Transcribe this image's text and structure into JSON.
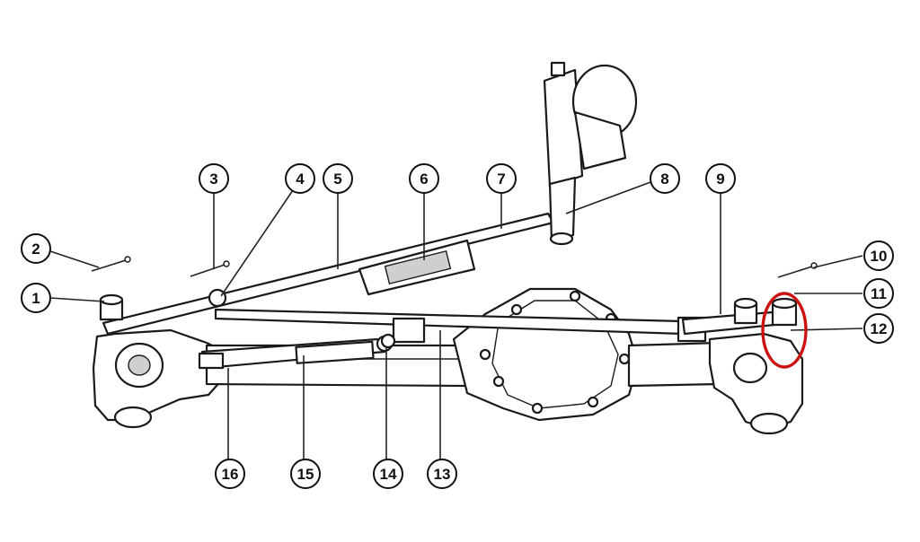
{
  "callouts": [
    {
      "id": "c1",
      "label": "1"
    },
    {
      "id": "c2",
      "label": "2"
    },
    {
      "id": "c3",
      "label": "3"
    },
    {
      "id": "c4",
      "label": "4"
    },
    {
      "id": "c5",
      "label": "5"
    },
    {
      "id": "c6",
      "label": "6"
    },
    {
      "id": "c7",
      "label": "7"
    },
    {
      "id": "c8",
      "label": "8"
    },
    {
      "id": "c9",
      "label": "9"
    },
    {
      "id": "c10",
      "label": "10"
    },
    {
      "id": "c11",
      "label": "11"
    },
    {
      "id": "c12",
      "label": "12"
    },
    {
      "id": "c13",
      "label": "13"
    },
    {
      "id": "c14",
      "label": "14"
    },
    {
      "id": "c15",
      "label": "15"
    },
    {
      "id": "c16",
      "label": "16"
    }
  ],
  "highlight": {
    "color": "#cc1111"
  },
  "colors": {
    "ink": "#1a1a1a",
    "background": "#ffffff"
  }
}
